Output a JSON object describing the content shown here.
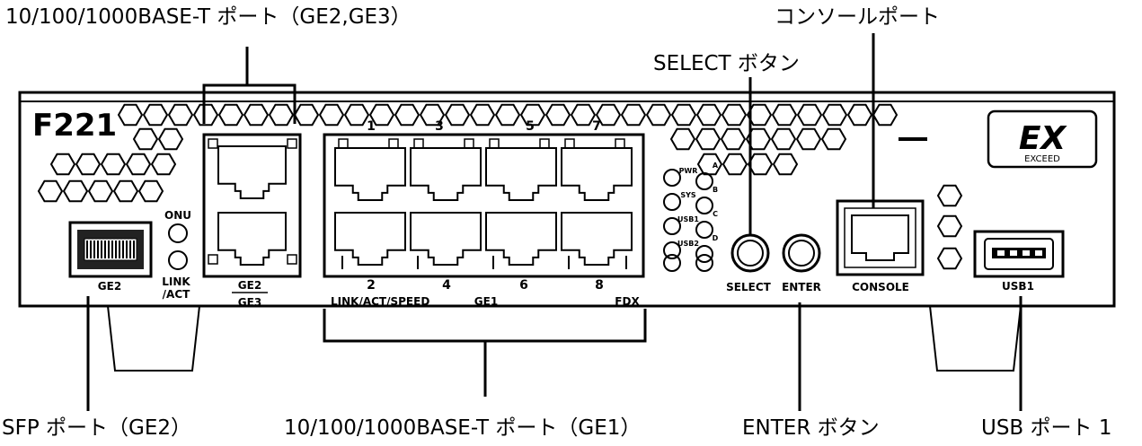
{
  "callouts": {
    "ge2_ge3_ports": "10/100/1000BASE-T ポート（GE2,GE3）",
    "console_port": "コンソールポート",
    "select_button": "SELECT ボタン",
    "sfp_port": "SFP ポート（GE2）",
    "ge1_ports": "10/100/1000BASE-T ポート（GE1）",
    "enter_button": "ENTER ボタン",
    "usb_port": "USB ポート 1"
  },
  "device": {
    "model": "F221",
    "brand": "EX",
    "brand_sub": "EXCEED",
    "sfp_label": "GE2",
    "onu_label": "ONU",
    "link_label": "LINK",
    "act_label": "/ACT",
    "ge2_label": "GE2",
    "ge3_label": "GE3",
    "ge1_label": "GE1",
    "link_act_speed": "LINK/ACT/SPEED",
    "fdx": "FDX",
    "port_top": [
      "1",
      "3",
      "5",
      "7"
    ],
    "port_bottom": [
      "2",
      "4",
      "6",
      "8"
    ],
    "led_left": [
      "PWR",
      "SYS",
      "USB1",
      "USB2"
    ],
    "led_right": [
      "A",
      "B",
      "C",
      "D"
    ],
    "select_label": "SELECT",
    "enter_label": "ENTER",
    "console_label": "CONSOLE",
    "usb_label": "USB1"
  }
}
